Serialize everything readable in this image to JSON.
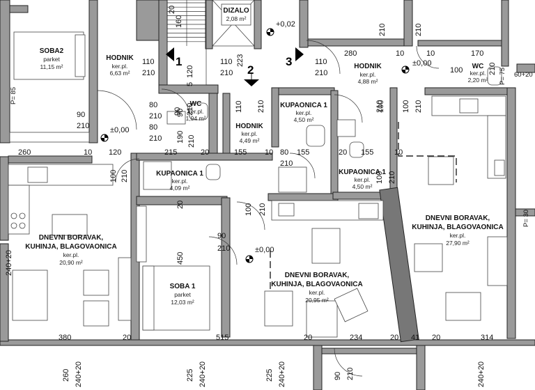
{
  "rooms": {
    "soba2": {
      "name": "SOBA2",
      "floor": "parket",
      "area": "11,15 m²"
    },
    "dizalo": {
      "name": "DIZALO",
      "area": "2,08 m²"
    },
    "hodnik_left": {
      "name": "HODNIK",
      "floor": "ker.pl.",
      "area": "6,63 m²"
    },
    "hodnik_right": {
      "name": "HODNIK",
      "floor": "ker.pl.",
      "area": "4,88 m²"
    },
    "wc_right": {
      "name": "WC",
      "floor": "ker.pl.",
      "area": "2,20 m²"
    },
    "wc_left": {
      "name": "WC",
      "floor": "ker.pl.",
      "area": "1,94 m²"
    },
    "hodnik_mid": {
      "name": "HODNIK",
      "floor": "ker.pl.",
      "area": "4,49 m²"
    },
    "kupaonica1_top": {
      "name": "KUPAONICA 1",
      "floor": "ker.pl.",
      "area": "4,50 m²"
    },
    "kupaonica1_left": {
      "name": "KUPAONICA 1",
      "floor": "ker.pl.",
      "area": "4,09 m²"
    },
    "kupaonica1_right": {
      "name": "KUPAONICA 1",
      "floor": "ker.pl.",
      "area": "4,50 m²"
    },
    "dnevni_left": {
      "name1": "DNEVNI BORAVAK,",
      "name2": "KUHINJA, BLAGOVAONICA",
      "floor": "ker.pl.",
      "area": "20,90 m²"
    },
    "dnevni_mid": {
      "name1": "DNEVNI BORAVAK,",
      "name2": "KUHINJA, BLAGOVAONICA",
      "floor": "ker.pl.",
      "area": "20,95 m²"
    },
    "dnevni_right": {
      "name1": "DNEVNI BORAVAK,",
      "name2": "KUHINJA, BLAGOVAONICA",
      "floor": "ker.pl.",
      "area": "27,90 m²"
    },
    "soba1": {
      "name": "SOBA 1",
      "floor": "parket",
      "area": "12,03 m²"
    }
  },
  "sections": {
    "s1": "1",
    "s2": "2",
    "s3": "3"
  },
  "levels": {
    "top": "+0,02",
    "hodnik_right": "±0,00",
    "soba2": "±0,00",
    "dnevni_mid": "±0,00"
  },
  "labels": {
    "p85": "P= 85",
    "p30": "P= 30",
    "p75": "P= 75",
    "d60_20": "60+20",
    "stair_160": "160",
    "stair_120": "120",
    "stair_5": "5",
    "stair_223": "223",
    "stair_20": "20"
  },
  "dims": {
    "d210_a": "210",
    "d210_b": "210",
    "d280": "280",
    "d10_a": "10",
    "d10_b": "10",
    "d170": "170",
    "d110_a": "110",
    "d210_c": "210",
    "d110_b": "110",
    "d210_d": "210",
    "d110_c": "110",
    "d210_e": "210",
    "d90_a": "90",
    "d210_f": "210",
    "d90_b": "90",
    "d210_g": "210",
    "d80_a": "80",
    "d210_h": "210",
    "d80_b": "80",
    "d210_i": "210",
    "d90_c": "90",
    "d210_j": "210",
    "d110_d": "110",
    "d210_k": "210",
    "d100_a": "100",
    "d210_l": "210",
    "d100_b": "100",
    "d210_m": "210",
    "d90_d": "90",
    "d210_n": "210",
    "d80_c": "80",
    "d210_o": "210",
    "d260": "260",
    "d10_c": "10",
    "d120": "120",
    "d215": "215",
    "d20_a": "20",
    "d155_a": "155",
    "d10_d": "10",
    "d80_d": "80",
    "d155_b": "155",
    "d20_b": "20",
    "d155_c": "155",
    "d10_e": "10",
    "d100_c": "100",
    "d210_p": "210",
    "d190": "190",
    "d210_q": "210",
    "d20_c": "20",
    "d100_d": "100",
    "d210_r": "210",
    "d100_e": "100",
    "d210_s": "210",
    "d90_e": "90",
    "d210_t": "210",
    "d450": "450",
    "d380": "380",
    "d20_d": "20",
    "d515": "515",
    "d20_e": "20",
    "d234": "234",
    "d20_f": "20",
    "d41": "41",
    "d20_g": "20",
    "d314": "314",
    "b260": "260",
    "b240_a": "240+20",
    "b225_a": "225",
    "b240_b": "240+20",
    "b225_b": "225",
    "b240_c": "240+20",
    "b90": "90",
    "b210": "210",
    "b240_d": "240+20",
    "b240_e": "240+20",
    "wc_100": "100",
    "wc_210": "210"
  }
}
